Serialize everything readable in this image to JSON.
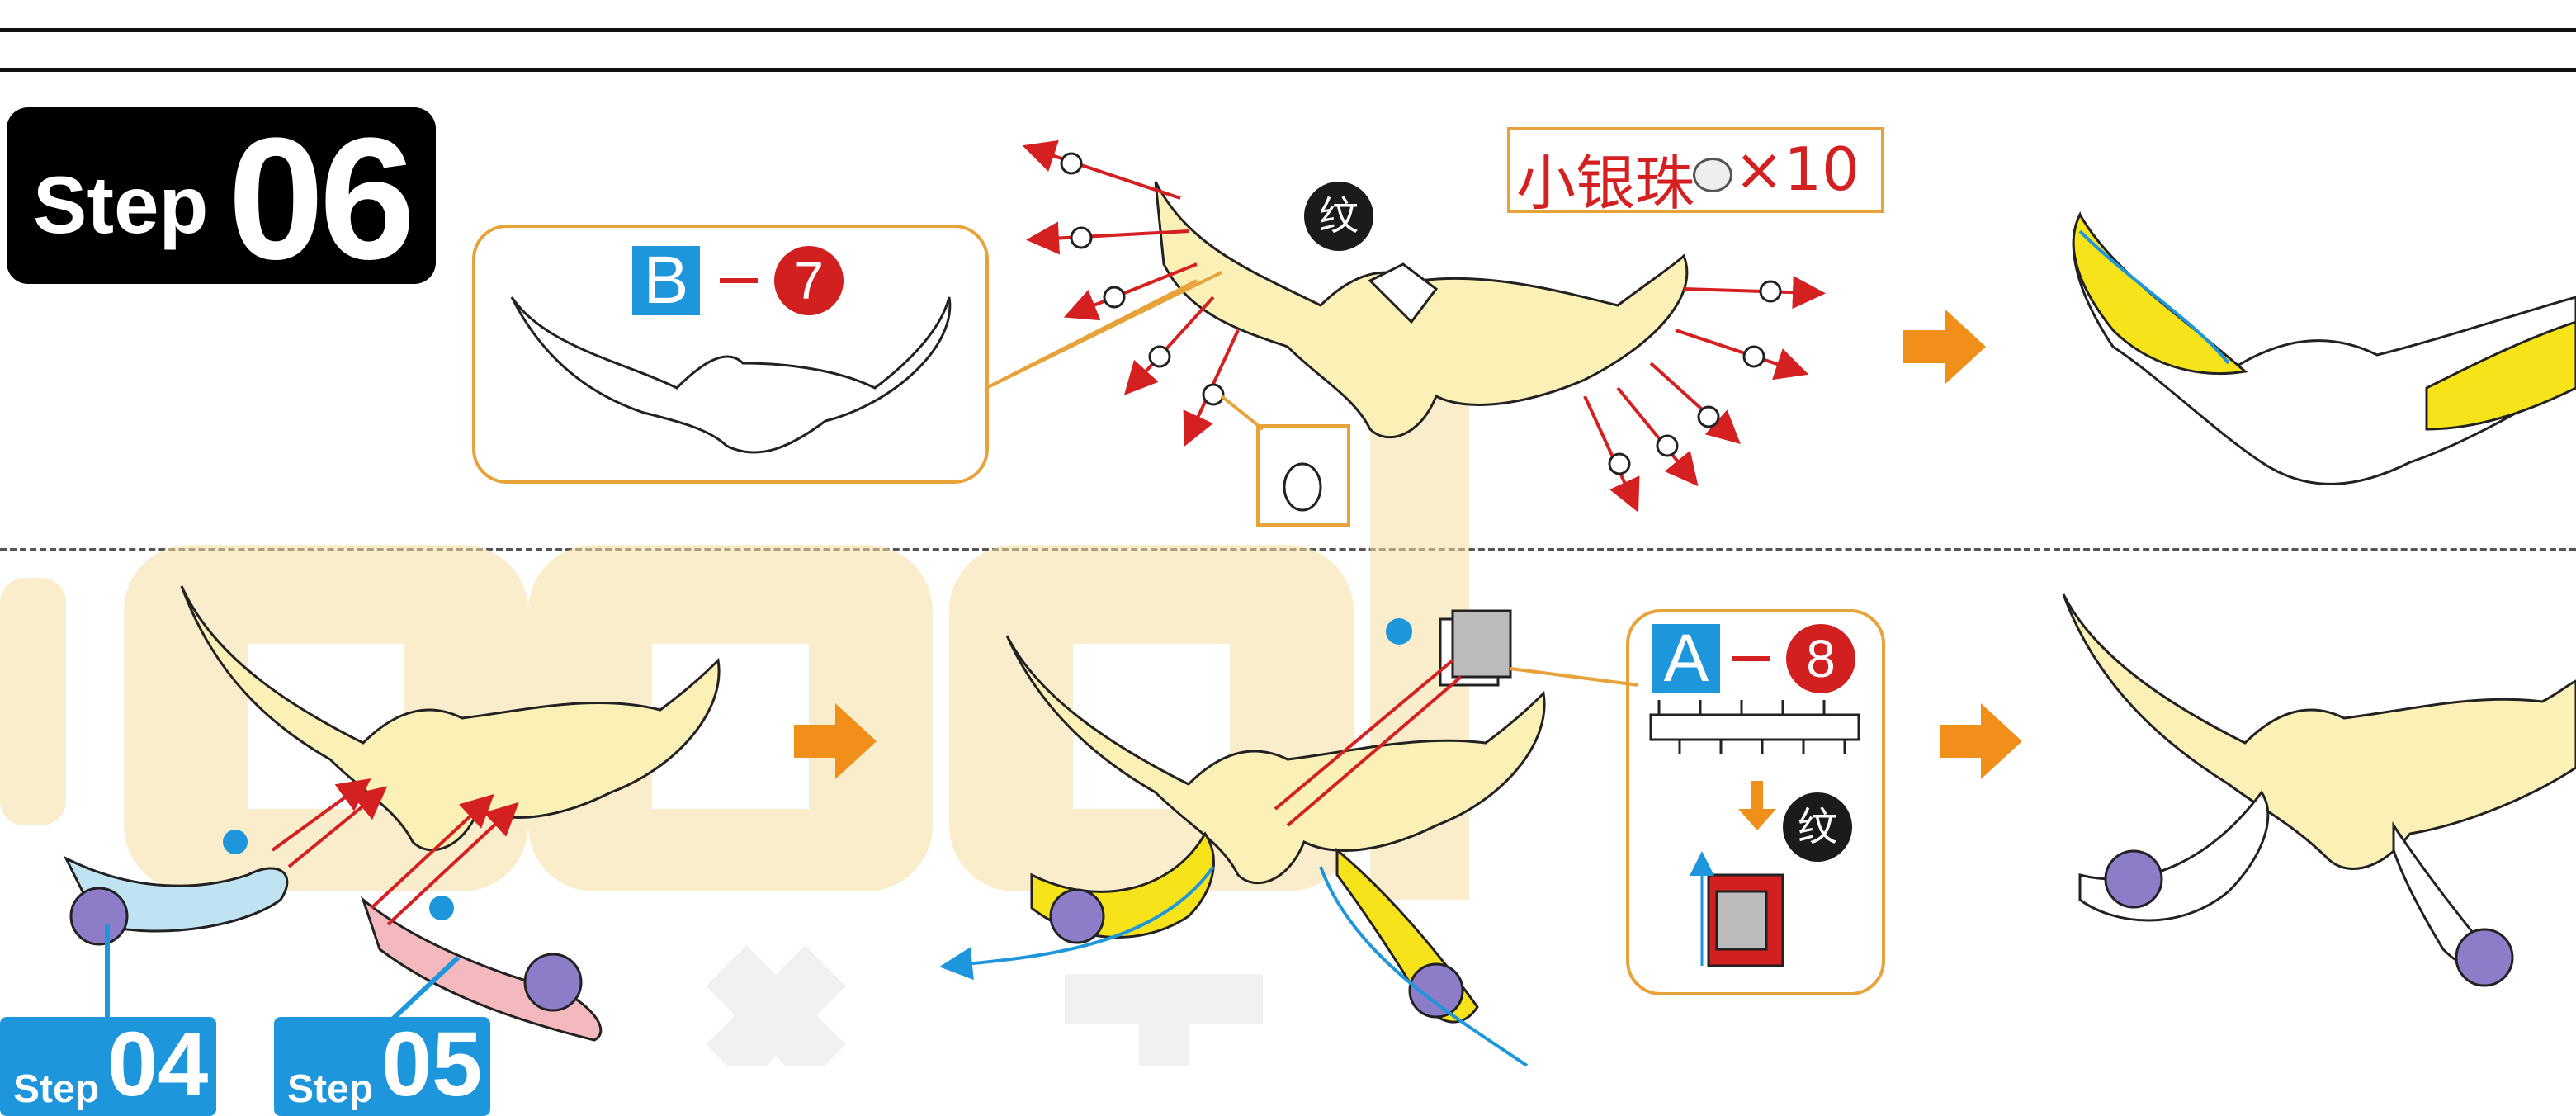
{
  "step": {
    "word": "Step",
    "number": "06"
  },
  "callout_b": {
    "letter": "B",
    "number": "7"
  },
  "callout_a": {
    "letter": "A",
    "number": "8"
  },
  "pearl_label": {
    "text": "小银珠",
    "multiplier": "×10"
  },
  "marker_text": "纹",
  "step_refs": [
    {
      "word": "Step",
      "number": "04"
    },
    {
      "word": "Step",
      "number": "05"
    }
  ],
  "colors": {
    "accent_orange": "#f0901a",
    "callout_border": "#e8a23a",
    "label_blue": "#1e96dc",
    "number_red": "#d21f1f",
    "wing_pale": "#fbf0b6",
    "wing_yellow": "#f7e31a",
    "flower_purple": "#8d7cc8",
    "watermark": "#f6dfa0"
  }
}
